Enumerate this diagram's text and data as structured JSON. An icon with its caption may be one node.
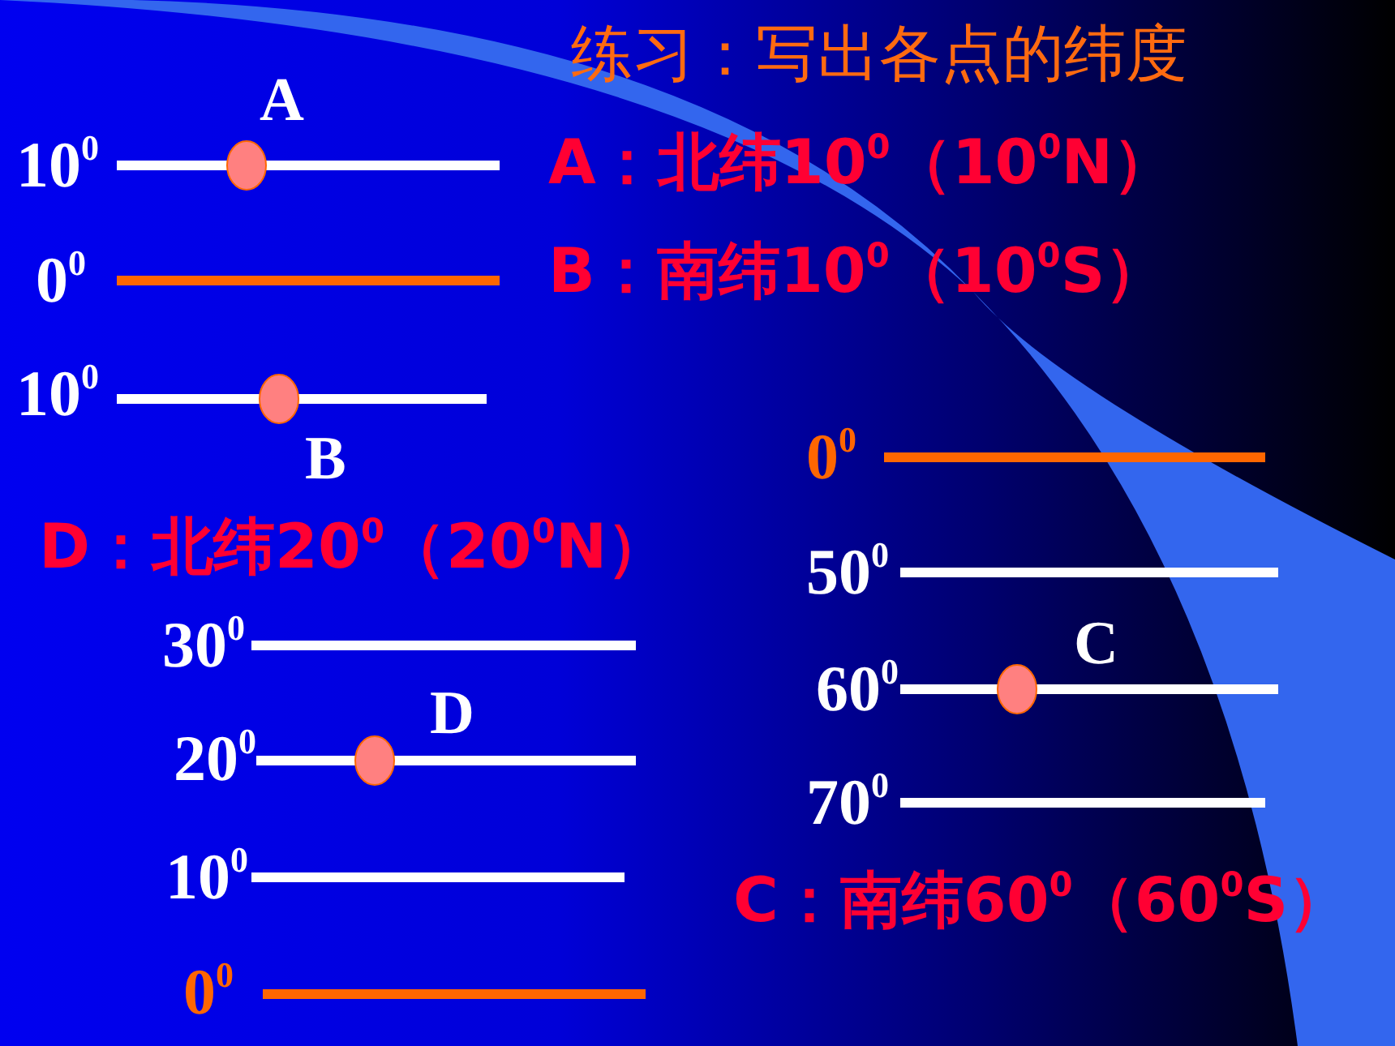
{
  "diagram": {
    "title": "练习：写出各点的纬度",
    "labels": [
      "A",
      "10$^{0}$",
      "A：北纬10$^{0}$（10$^{0}$N）",
      "0$^{0}$",
      "B：南纬10$^{0}$（10$^{0}$S）",
      "10$^{0}$",
      "B",
      "0$^{0}$",
      "D：北纬20$^{0}$（20$^{0}$N）",
      "50$^{0}$",
      "30$^{0}$",
      "C",
      "60$^{0}$",
      "D",
      "20$^{0}$",
      "70$^{0}$",
      "10$^{0}$",
      "C：南纬60$^{0}$（60$^{0}$S）",
      "0$^{0}$"
    ]
  }
}
